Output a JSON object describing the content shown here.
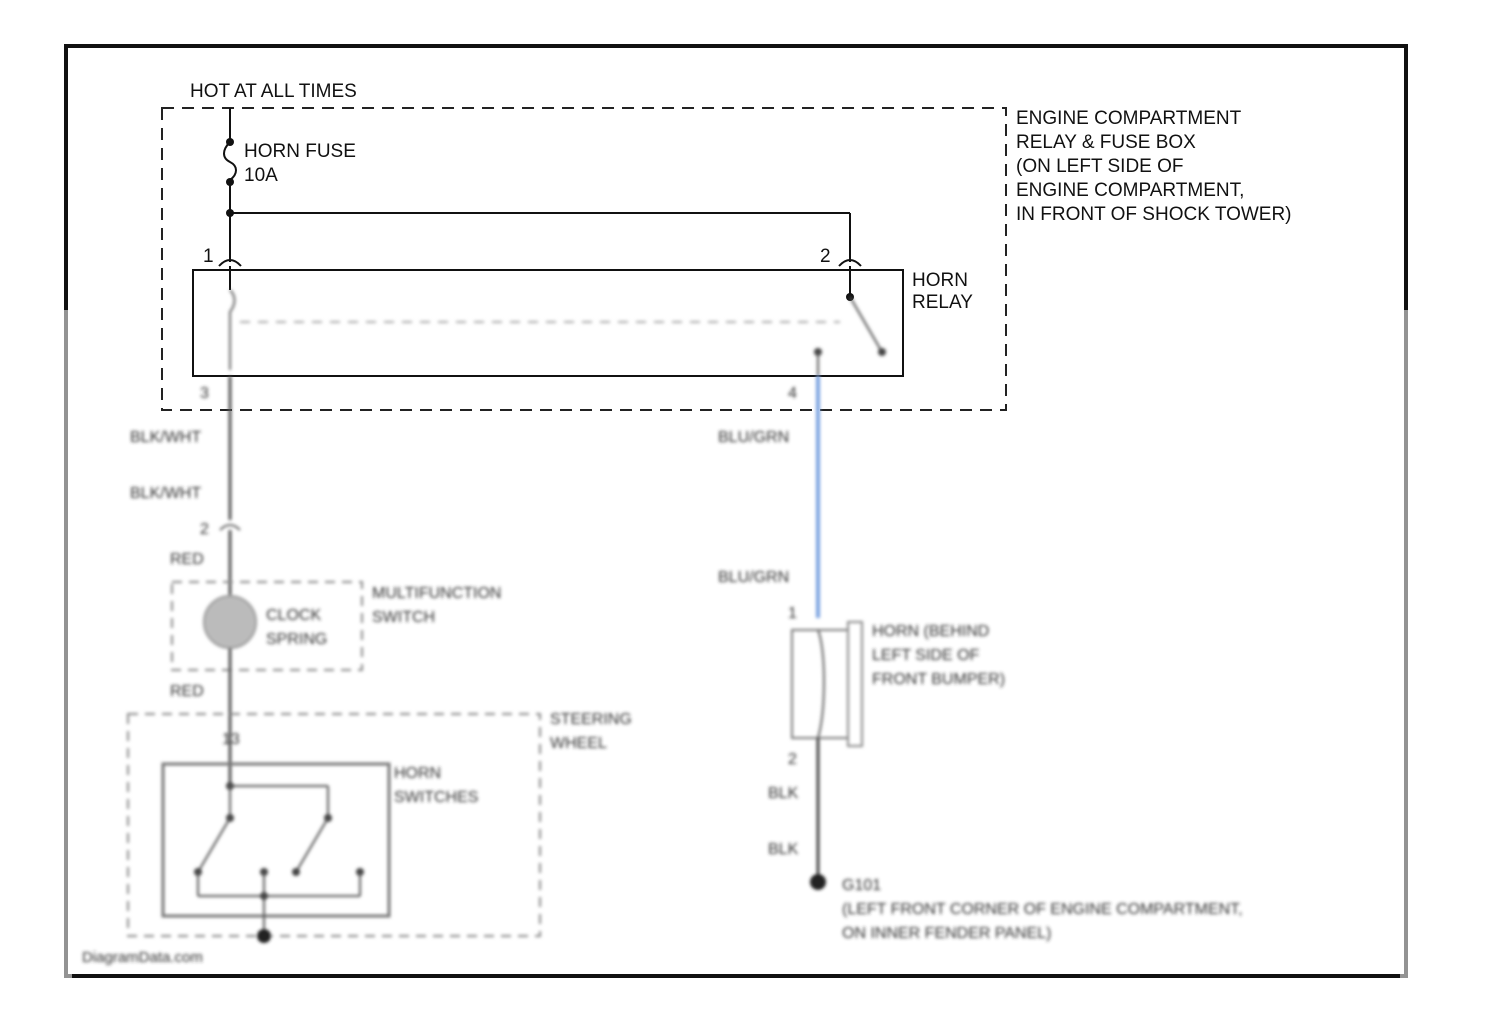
{
  "labels": {
    "hot_at_all_times": "HOT AT ALL TIMES",
    "horn_fuse": "HORN FUSE",
    "fuse_rating": "10A",
    "box_line1": "ENGINE COMPARTMENT",
    "box_line2": "RELAY & FUSE BOX",
    "box_line3": "(ON LEFT SIDE OF",
    "box_line4": "ENGINE COMPARTMENT,",
    "box_line5": "IN FRONT OF SHOCK TOWER)",
    "relay_line1": "HORN",
    "relay_line2": "RELAY",
    "pin1": "1",
    "pin2": "2",
    "pin3": "3",
    "pin4": "4",
    "wire_blk_wht_1": "BLK/WHT",
    "wire_blk_wht_2": "BLK/WHT",
    "wire_blu_grn_1": "BLU/GRN",
    "wire_blu_grn_2": "BLU/GRN",
    "pin_2b": "2",
    "pin_13": "13",
    "wire_red_1": "RED",
    "wire_red_2": "RED",
    "mfs_line1": "MULTIFUNCTION",
    "mfs_line2": "SWITCH",
    "clock_line1": "CLOCK",
    "clock_line2": "SPRING",
    "wheel_line1": "STEERING",
    "wheel_line2": "WHEEL",
    "horn_sw_line1": "HORN",
    "horn_sw_line2": "SWITCHES",
    "horn_pin1": "1",
    "horn_pin2": "2",
    "horn_line1": "HORN (BEHIND",
    "horn_line2": "LEFT SIDE OF",
    "horn_line3": "FRONT BUMPER)",
    "wire_blk_1": "BLK",
    "wire_blk_2": "BLK",
    "ground_id": "G101",
    "ground_line1": "(LEFT FRONT CORNER OF ENGINE COMPARTMENT,",
    "ground_line2": "ON INNER FENDER PANEL)",
    "watermark": "DiagramData.com"
  },
  "colors": {
    "wire": "#111111",
    "blu_grn_wire": "#7aa2e0",
    "dashed_box": "#555555"
  }
}
